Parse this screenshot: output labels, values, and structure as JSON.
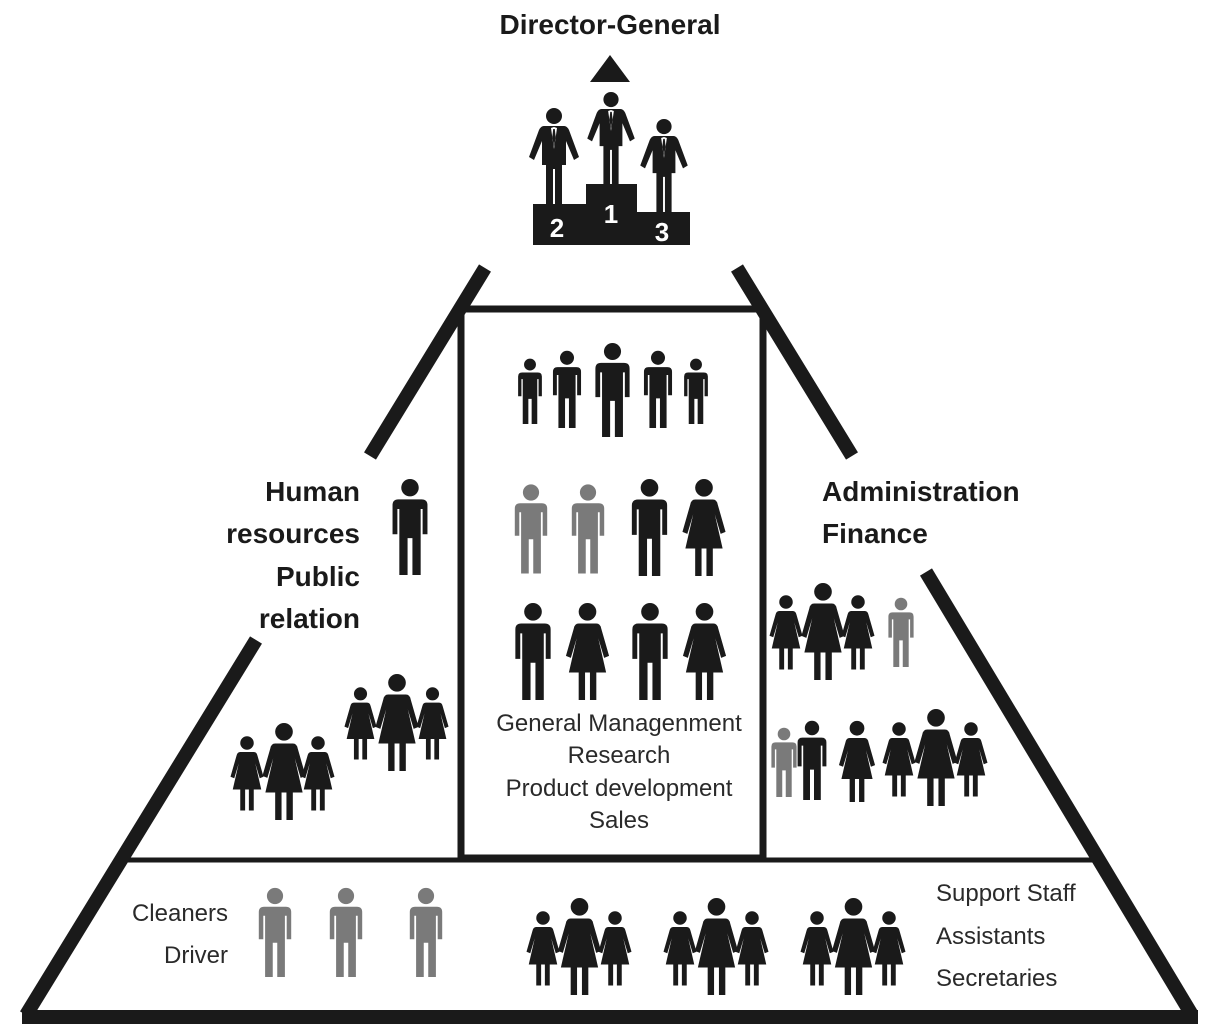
{
  "top": {
    "title": "Director-General"
  },
  "podium": {
    "first": "1",
    "second": "2",
    "third": "3"
  },
  "left_group": {
    "lines": [
      "Human",
      "resources",
      "Public",
      "relation"
    ]
  },
  "right_group": {
    "lines": [
      "Administration",
      "Finance"
    ]
  },
  "center_group": {
    "lines": [
      "General Managenment",
      "Research",
      "Product development",
      "Sales"
    ]
  },
  "bottom_left": {
    "lines": [
      "Cleaners",
      "Driver"
    ]
  },
  "bottom_right": {
    "lines": [
      "Support Staff",
      "Assistants",
      "Secretaries"
    ]
  },
  "colors": {
    "ink": "#1a1a1a",
    "grey": "#7a7a7a",
    "background": "#ffffff"
  }
}
